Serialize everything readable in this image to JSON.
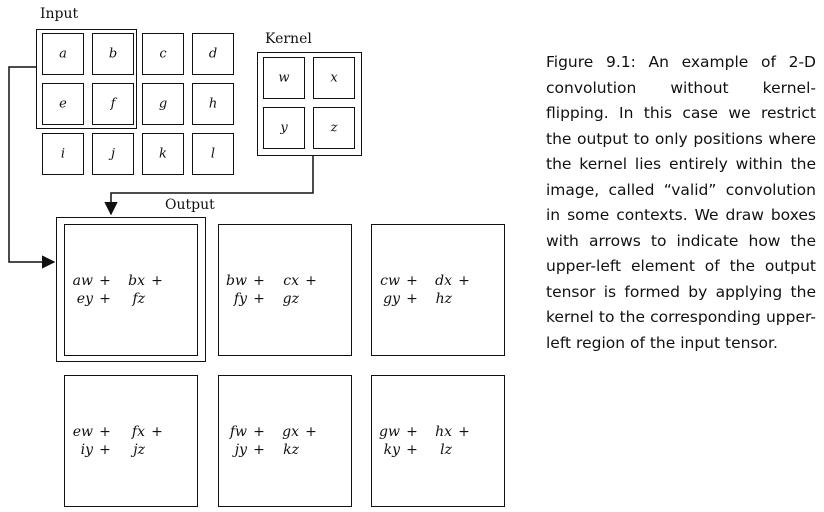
{
  "input": {
    "title": "Input",
    "cells": [
      [
        "a",
        "b",
        "c",
        "d"
      ],
      [
        "e",
        "f",
        "g",
        "h"
      ],
      [
        "i",
        "j",
        "k",
        "l"
      ]
    ]
  },
  "kernel": {
    "title": "Kernel",
    "cells": [
      [
        "w",
        "x"
      ],
      [
        "y",
        "z"
      ]
    ]
  },
  "output": {
    "title": "Output",
    "cells": [
      [
        {
          "line1": [
            "aw",
            "+",
            "bx",
            "+"
          ],
          "line2": [
            "ey",
            "+",
            "fz",
            ""
          ]
        },
        {
          "line1": [
            "bw",
            "+",
            "cx",
            "+"
          ],
          "line2": [
            "fy",
            "+",
            "gz",
            ""
          ]
        },
        {
          "line1": [
            "cw",
            "+",
            "dx",
            "+"
          ],
          "line2": [
            "gy",
            "+",
            "hz",
            ""
          ]
        }
      ],
      [
        {
          "line1": [
            "ew",
            "+",
            "fx",
            "+"
          ],
          "line2": [
            "iy",
            "+",
            "jz",
            ""
          ]
        },
        {
          "line1": [
            "fw",
            "+",
            "gx",
            "+"
          ],
          "line2": [
            "jy",
            "+",
            "kz",
            ""
          ]
        },
        {
          "line1": [
            "gw",
            "+",
            "hx",
            "+"
          ],
          "line2": [
            "ky",
            "+",
            "lz",
            ""
          ]
        }
      ]
    ]
  },
  "caption": "Figure 9.1: An example of 2-D convolution without kernel-flipping. In this case we restrict the output to only positions where the kernel lies entirely within the image, called “valid” convolution in some contexts. We draw boxes with arrows to indicate how the upper-left element of the output tensor is formed by applying the kernel to the corresponding upper-left region of the input tensor."
}
